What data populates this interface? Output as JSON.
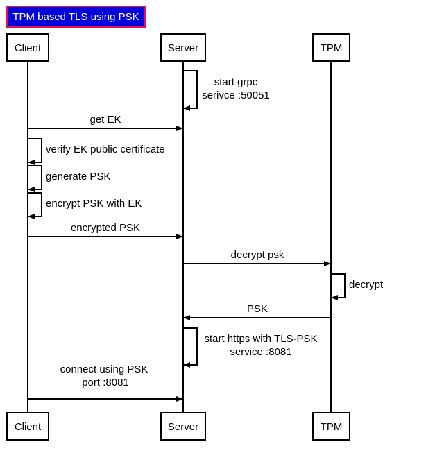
{
  "title": "TPM based TLS using PSK",
  "colors": {
    "title_bg": "#0000dd",
    "title_border": "#dd1155",
    "line": "#000000",
    "bg": "#ffffff"
  },
  "participants": [
    {
      "id": "client",
      "label": "Client"
    },
    {
      "id": "server",
      "label": "Server"
    },
    {
      "id": "tpm",
      "label": "TPM"
    }
  ],
  "messages": [
    {
      "from": "server",
      "to": "server",
      "lines": [
        "start grpc",
        "serivce :50051"
      ]
    },
    {
      "from": "client",
      "to": "server",
      "lines": [
        "get EK"
      ]
    },
    {
      "from": "client",
      "to": "client",
      "lines": [
        "verify EK public certificate"
      ]
    },
    {
      "from": "client",
      "to": "client",
      "lines": [
        "generate PSK"
      ]
    },
    {
      "from": "client",
      "to": "client",
      "lines": [
        "encrypt PSK with EK"
      ]
    },
    {
      "from": "client",
      "to": "server",
      "lines": [
        "encrypted PSK"
      ]
    },
    {
      "from": "server",
      "to": "tpm",
      "lines": [
        "decrypt psk"
      ]
    },
    {
      "from": "tpm",
      "to": "tpm",
      "lines": [
        "decrypt"
      ]
    },
    {
      "from": "tpm",
      "to": "server",
      "lines": [
        "PSK"
      ]
    },
    {
      "from": "server",
      "to": "server",
      "lines": [
        "start https with TLS-PSK",
        "service :8081"
      ]
    },
    {
      "from": "client",
      "to": "server",
      "lines": [
        "connect using PSK",
        "port :8081"
      ]
    }
  ]
}
